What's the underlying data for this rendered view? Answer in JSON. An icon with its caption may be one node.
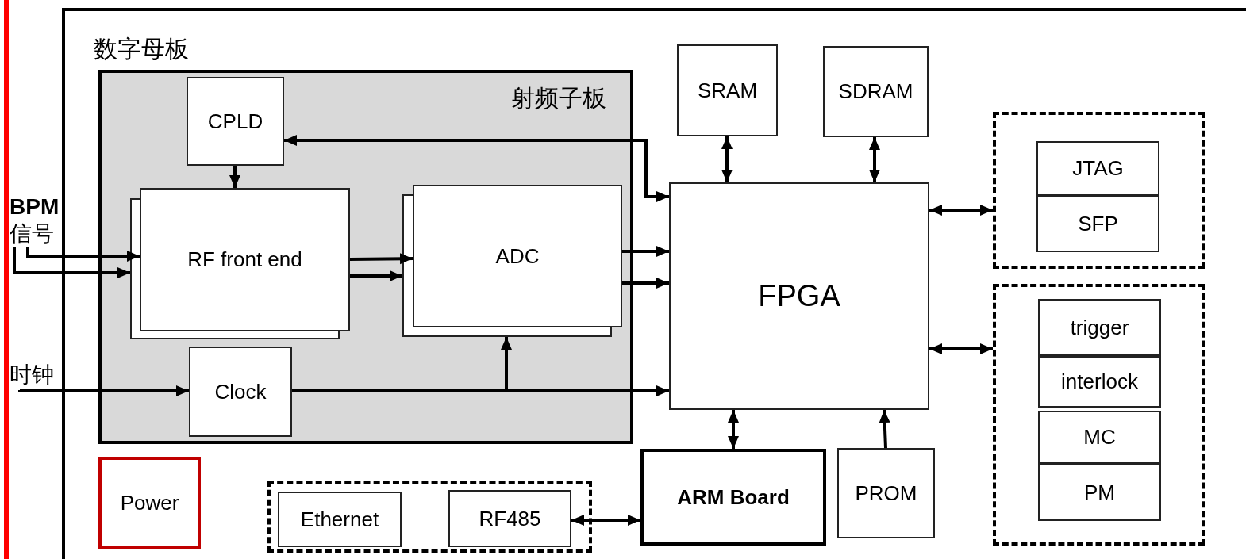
{
  "diagram": {
    "nodes": [
      {
        "text": [
          "数字母板"
        ]
      },
      {
        "text": [
          "射频子板"
        ],
        "in": 0
      },
      {
        "text": [
          "CPLD"
        ],
        "in": 1
      },
      {
        "text": [
          "RF front end"
        ],
        "in": 1
      },
      {
        "text": [
          "ADC"
        ],
        "in": 1
      },
      {
        "text": [
          "Clock"
        ],
        "in": 1
      },
      {
        "text": [
          "SRAM"
        ],
        "in": 0
      },
      {
        "text": [
          "SDRAM"
        ],
        "in": 0
      },
      {
        "text": [
          "FPGA"
        ],
        "in": 0
      },
      {
        "text": [],
        "shape": "box",
        "in": 0
      },
      {
        "text": [
          "JTAG"
        ],
        "in": 9
      },
      {
        "text": [
          "SFP"
        ],
        "in": 9
      },
      {
        "text": [],
        "shape": "box",
        "in": 0
      },
      {
        "text": [
          "trigger"
        ],
        "in": 12
      },
      {
        "text": [
          "interlock"
        ],
        "in": 12
      },
      {
        "text": [
          "MC"
        ],
        "in": 12
      },
      {
        "text": [
          "PM"
        ],
        "in": 12
      },
      {
        "text": [
          "Power"
        ],
        "in": 0
      },
      {
        "text": [],
        "shape": "box",
        "in": 0
      },
      {
        "text": [
          "Ethernet"
        ],
        "in": 18
      },
      {
        "text": [
          "RF485"
        ],
        "in": 18
      },
      {
        "text": [
          "ARM Board"
        ],
        "in": 0
      },
      {
        "text": [
          "PROM"
        ],
        "in": 0
      },
      {
        "text": [
          "**BPM** 信号"
        ]
      },
      {
        "text": [
          "时钟"
        ]
      }
    ],
    "edges": [
      {
        "from": 23,
        "to": 3,
        "arrow": "to"
      },
      {
        "from": 23,
        "to": 3,
        "arrow": "to"
      },
      {
        "from": 2,
        "to": 3,
        "arrow": "to"
      },
      {
        "from": 3,
        "to": 4,
        "arrow": "to"
      },
      {
        "from": 3,
        "to": 4,
        "arrow": "to"
      },
      {
        "from": 4,
        "to": 8,
        "arrow": "to"
      },
      {
        "from": 4,
        "to": 8,
        "arrow": "to"
      },
      {
        "from": 2,
        "to": 8,
        "arrow": "both"
      },
      {
        "from": 24,
        "to": 5,
        "arrow": "to"
      },
      {
        "from": 5,
        "to": 8,
        "arrow": "to"
      },
      {
        "from": 5,
        "to": 4,
        "arrow": "to"
      },
      {
        "from": 6,
        "to": 8,
        "arrow": "both"
      },
      {
        "from": 7,
        "to": 8,
        "arrow": "both"
      },
      {
        "from": 8,
        "to": 9,
        "arrow": "both"
      },
      {
        "from": 8,
        "to": 12,
        "arrow": "both"
      },
      {
        "from": 8,
        "to": 21,
        "arrow": "both"
      },
      {
        "from": 22,
        "to": 8,
        "arrow": "to"
      },
      {
        "from": 20,
        "to": 21,
        "arrow": "both"
      }
    ]
  }
}
